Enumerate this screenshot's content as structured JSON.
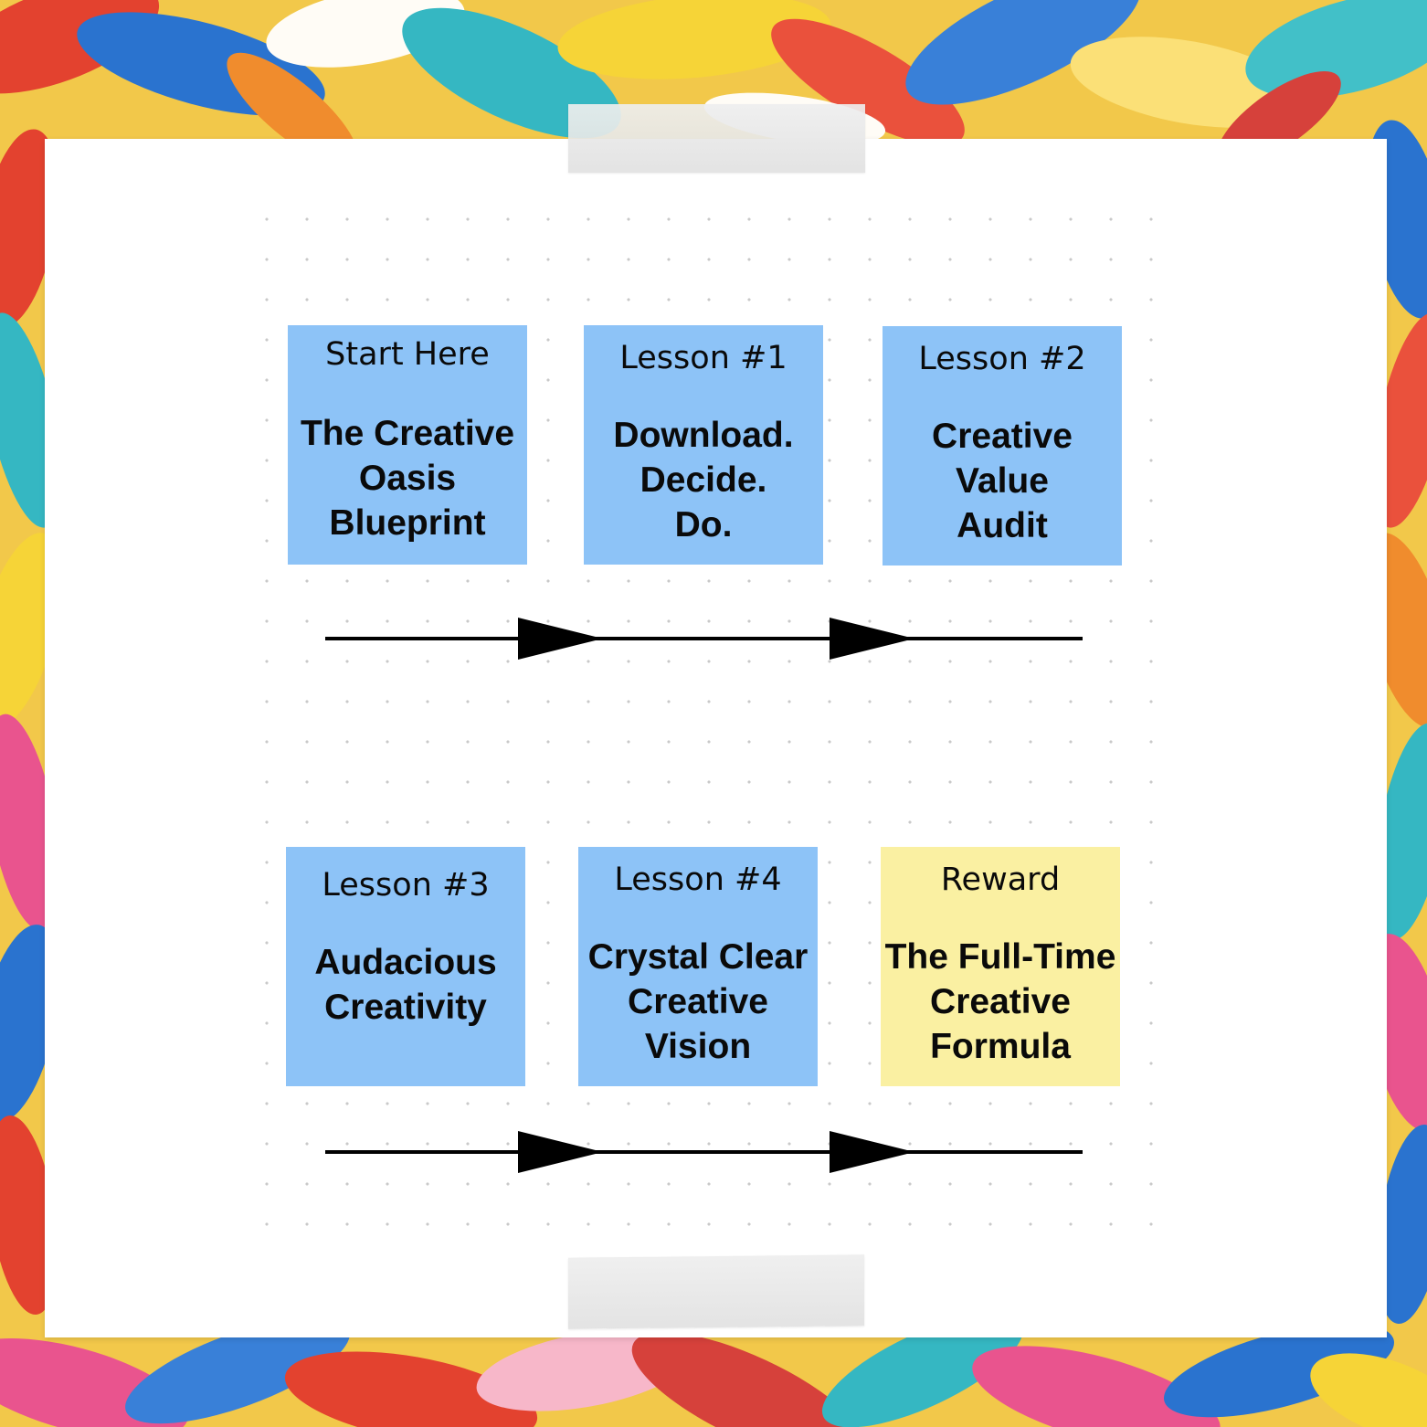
{
  "colors": {
    "note_blue": "#8dc3f7",
    "note_yellow": "#faf0a2",
    "arrow": "#000000"
  },
  "steps": [
    {
      "label": "Start Here",
      "title_lines": [
        "The Creative",
        "Oasis",
        "Blueprint"
      ],
      "color": "blue"
    },
    {
      "label": "Lesson #1",
      "title_lines": [
        "Download.",
        "Decide.",
        "Do."
      ],
      "color": "blue"
    },
    {
      "label": "Lesson #2",
      "title_lines": [
        "Creative",
        "Value",
        "Audit"
      ],
      "color": "blue"
    },
    {
      "label": "Lesson #3",
      "title_lines": [
        "Audacious",
        "Creativity"
      ],
      "color": "blue"
    },
    {
      "label": "Lesson #4",
      "title_lines": [
        "Crystal Clear",
        "Creative",
        "Vision"
      ],
      "color": "blue"
    },
    {
      "label": "Reward",
      "title_lines": [
        "The Full-Time",
        "Creative",
        "Formula"
      ],
      "color": "yellow"
    }
  ]
}
